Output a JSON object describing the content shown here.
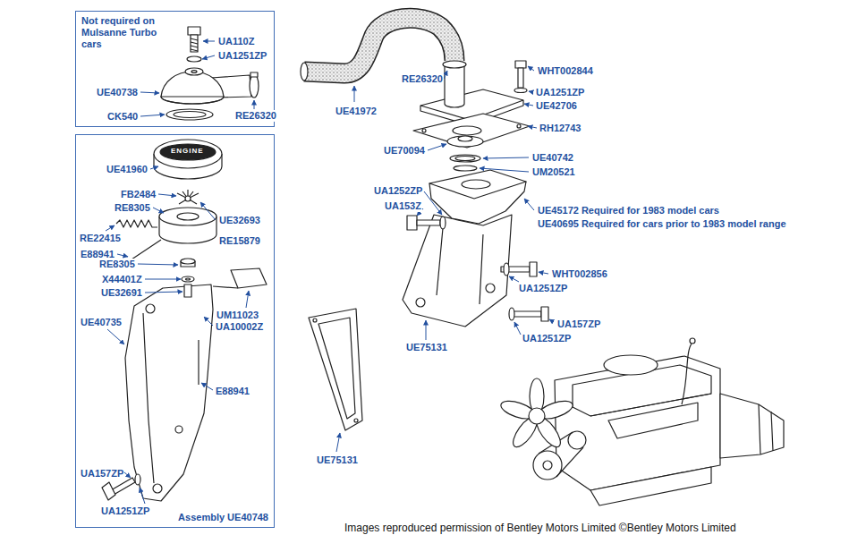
{
  "diagram": {
    "caption": "Images reproduced permission of Bentley Motors Limited ©Bentley Motors Limited",
    "nodes": [
      {
        "text": [
          "Not required on Mulsanne Turbo cars"
        ]
      },
      {
        "text": [
          "Assembly UE40748"
        ]
      }
    ],
    "labels": [
      "UA110Z",
      "UA1251ZP",
      "UE40738",
      "CK540",
      "RE26320",
      "UE41960",
      "ENGINE",
      "FB2484",
      "RE8305",
      "UE32693",
      "RE22415",
      "RE15879",
      "E88941",
      "RE8305",
      "X44401Z",
      "UE32691",
      "UM11023",
      "UE40735",
      "UA10002Z",
      "E88941",
      "UA157ZP",
      "UA1251ZP",
      "UE41972",
      "RE26320",
      "WHT002844",
      "UA1251ZP",
      "UE42706",
      "RH12743",
      "UE70094",
      "UE40742",
      "UM20521",
      "UA1252ZP",
      "UA153Z",
      "UE45172 Required for 1983 model cars",
      "UE40695 Required for cars prior to 1983 model range",
      "WHT002856",
      "UA1251ZP",
      "UA157ZP",
      "UA1251ZP",
      "UE75131",
      "UE75131"
    ]
  }
}
